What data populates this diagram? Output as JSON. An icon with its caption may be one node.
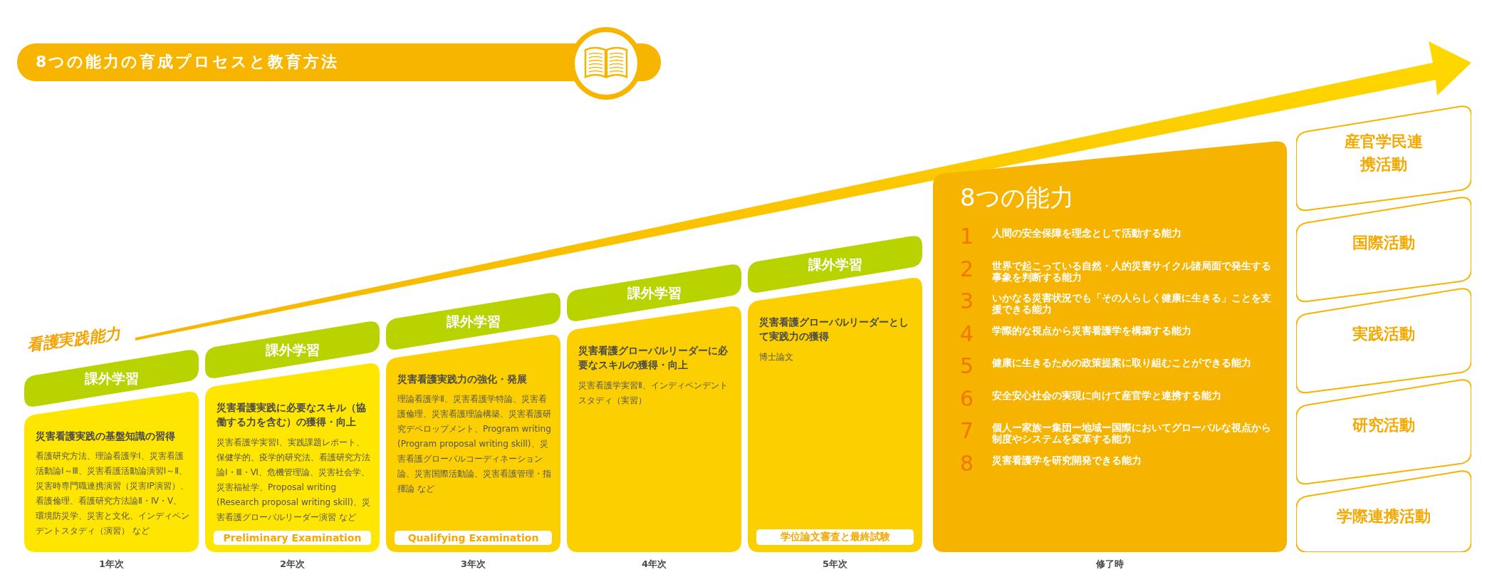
{
  "diagram": {
    "title": "8つの能力の育成プロセスと教育方法",
    "nodes": [
      {
        "text": [
          "課外学習"
        ]
      },
      {
        "text": [
          "災害看護実践の基盤知識の習得",
          "看護研究方法、理論看護学Ⅰ、災害看護活動論Ⅰ～Ⅲ、災害看護活動論演習Ⅰ～Ⅱ、災害時専門職連携演習（災害IP演習）、看護倫理、看護研究方法論Ⅱ・Ⅳ・Ⅴ、環境防災学、災害と文化、インディペンデントスタディ（演習） など"
        ],
        "beside": [
          "1年次"
        ]
      },
      {
        "text": [
          "課外学習"
        ]
      },
      {
        "text": [
          "災害看護実践に必要なスキル（協働する力を含む）の獲得・向上",
          "災害看護学実習Ⅰ、実践課題レポート、保健学的、疫学的研究法、看護研究方法論Ⅰ・Ⅲ・Ⅵ、危機管理論、災害社会学、災害福祉学、Proposal writing (Research proposal writing skill)、災害看護グローバルリーダー演習 など",
          "Preliminary Examination"
        ],
        "beside": [
          "2年次"
        ]
      },
      {
        "text": [
          "課外学習"
        ]
      },
      {
        "text": [
          "災害看護実践力の強化・発展",
          "理論看護学Ⅱ、災害看護学特論、災害看護倫理、災害看護理論構築、災害看護研究デベロップメント、Program writing (Program proposal writing skill)、災害看護グローバルコーディネーション論、災害国際活動論、災害看護管理・指揮論 など",
          "Qualifying Examination"
        ],
        "beside": [
          "3年次"
        ]
      },
      {
        "text": [
          "課外学習"
        ]
      },
      {
        "text": [
          "災害看護グローバルリーダーに必要なスキルの獲得・向上",
          "災害看護学実習Ⅱ、インディペンデントスタディ（実習）"
        ],
        "beside": [
          "4年次"
        ]
      },
      {
        "text": [
          "課外学習"
        ]
      },
      {
        "text": [
          "災害看護グローバルリーダーとして実践力の獲得",
          "博士論文",
          "学位論文審査と最終試験"
        ],
        "beside": [
          "5年次"
        ]
      },
      {
        "text": [
          "8つの能力"
        ],
        "beside": [
          "修了時"
        ]
      },
      {
        "text": [
          "1",
          "人間の安全保障を理念として活動する能力"
        ],
        "in": 10
      },
      {
        "text": [
          "2",
          "世界で起こっている自然・人的災害サイクル諸局面で発生する事象を判断する能力"
        ],
        "in": 10
      },
      {
        "text": [
          "3",
          "いかなる災害状況でも「その人らしく健康に生きる」ことを支援できる能力"
        ],
        "in": 10
      },
      {
        "text": [
          "4",
          "学際的な視点から災害看護学を構築する能力"
        ],
        "in": 10
      },
      {
        "text": [
          "5",
          "健康に生きるための政策提案に取り組むことができる能力"
        ],
        "in": 10
      },
      {
        "text": [
          "6",
          "安全安心社会の実現に向けて産官学と連携する能力"
        ],
        "in": 10
      },
      {
        "text": [
          "7",
          "個人ー家族ー集団ー地域ー国際においてグローバルな視点から制度やシステムを変革する能力"
        ],
        "in": 10
      },
      {
        "text": [
          "8",
          "災害看護学を研究開発できる能力"
        ],
        "in": 10
      },
      {
        "text": [
          "産官学民連携活動"
        ]
      },
      {
        "text": [
          "国際活動"
        ]
      },
      {
        "text": [
          "実践活動"
        ]
      },
      {
        "text": [
          "研究活動"
        ]
      },
      {
        "text": [
          "学際連携活動"
        ]
      }
    ],
    "labels": [
      "看護実践能力"
    ]
  }
}
